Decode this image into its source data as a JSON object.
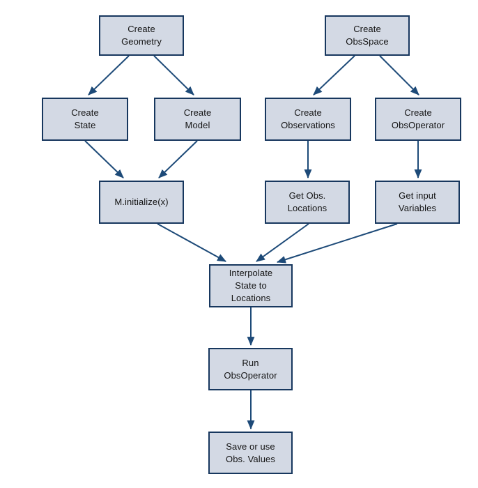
{
  "diagram": {
    "type": "flowchart",
    "colors": {
      "background": "#ffffff",
      "node_fill": "#d3d9e4",
      "node_border": "#17375e",
      "arrow": "#1d4a78",
      "text": "#141414"
    },
    "nodes": [
      {
        "id": "create-geometry",
        "lines": [
          "Create",
          "Geometry"
        ]
      },
      {
        "id": "create-obsspace",
        "lines": [
          "Create",
          "ObsSpace"
        ]
      },
      {
        "id": "create-state",
        "lines": [
          "Create",
          "State"
        ]
      },
      {
        "id": "create-model",
        "lines": [
          "Create",
          "Model"
        ]
      },
      {
        "id": "create-observations",
        "lines": [
          "Create",
          "Observations"
        ]
      },
      {
        "id": "create-obsoperator",
        "lines": [
          "Create",
          "ObsOperator"
        ]
      },
      {
        "id": "m-initialize",
        "lines": [
          "M.initialize(x)"
        ]
      },
      {
        "id": "get-obs-locations",
        "lines": [
          "Get Obs.",
          "Locations"
        ]
      },
      {
        "id": "get-input-variables",
        "lines": [
          "Get input",
          "Variables"
        ]
      },
      {
        "id": "interpolate-state",
        "lines": [
          "Interpolate",
          "State to",
          "Locations"
        ]
      },
      {
        "id": "run-obsoperator",
        "lines": [
          "Run",
          "ObsOperator"
        ]
      },
      {
        "id": "save-obs-values",
        "lines": [
          "Save or use",
          "Obs. Values"
        ]
      }
    ],
    "edges": [
      {
        "from": "create-geometry",
        "to": "create-state"
      },
      {
        "from": "create-geometry",
        "to": "create-model"
      },
      {
        "from": "create-obsspace",
        "to": "create-observations"
      },
      {
        "from": "create-obsspace",
        "to": "create-obsoperator"
      },
      {
        "from": "create-state",
        "to": "m-initialize"
      },
      {
        "from": "create-model",
        "to": "m-initialize"
      },
      {
        "from": "create-observations",
        "to": "get-obs-locations"
      },
      {
        "from": "create-obsoperator",
        "to": "get-input-variables"
      },
      {
        "from": "m-initialize",
        "to": "interpolate-state"
      },
      {
        "from": "get-obs-locations",
        "to": "interpolate-state"
      },
      {
        "from": "get-input-variables",
        "to": "interpolate-state"
      },
      {
        "from": "interpolate-state",
        "to": "run-obsoperator"
      },
      {
        "from": "run-obsoperator",
        "to": "save-obs-values"
      }
    ]
  }
}
